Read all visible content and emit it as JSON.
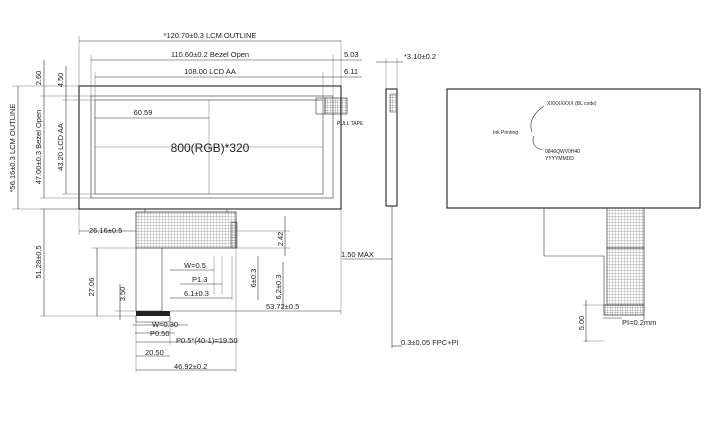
{
  "front_view": {
    "lcm_outline": "*120.70±0.3 LCM OUTLINE",
    "bezel_open": "110.60±0.2 Bezel  Open",
    "lcd_aa": "108.00 LCD AA",
    "dim_5_03": "5.03",
    "dim_6_11": "6.11",
    "dim_2_60": "2.60",
    "dim_4_50": "4.50",
    "height_outline": "*56.16±0.3 LCM OUTLINE",
    "height_bezel": "47.00±0.3 Bezel  Open",
    "height_aa": "43.20 LCD AA",
    "dim_60_59": "60.59",
    "resolution": "800(RGB)*320",
    "pull_tape": "PULL TAPE",
    "dim_26_16": "26.16±0.5",
    "dim_2_42": "2.42",
    "dim_51_28": "51.28±0.5",
    "dim_27_06": "27.06",
    "dim_3_50": "3.50",
    "w_0_5": "W=0.5",
    "p_1_3": "P1.3",
    "dim_6_1": "6.1±0.3",
    "dim_6_3": "6±0.3",
    "dim_6_2": "6.2±0.3",
    "dim_53_72": "53.72±0.5",
    "w_0_30": "W=0.30",
    "p_0_50": "P0.50",
    "pitch": "P0.5*(40-1)=19.50",
    "dim_20_50": "20.50",
    "dim_46_92": "46.92±0.2"
  },
  "side_view": {
    "thickness": "*3.10±0.2",
    "max": "1.50 MAX",
    "fpc": "0.3±0.05 FPC+PI"
  },
  "back_view": {
    "bl_code": "XXXXXXXX (BL code)",
    "ink_printing": "Ink Printing",
    "model": "0846QWV0H40",
    "date": "YYYYMMDD",
    "dim_5_00": "5.00",
    "pi": "PI=0.2mm"
  }
}
